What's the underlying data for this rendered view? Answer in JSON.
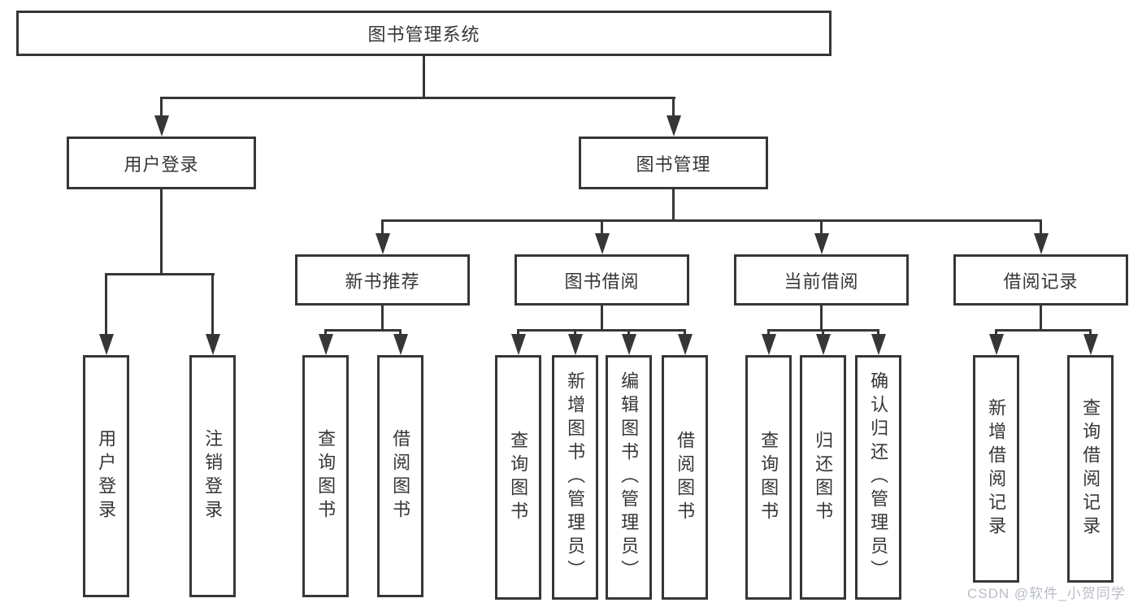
{
  "tree": {
    "root": {
      "label": "图书管理系统"
    },
    "branches": [
      {
        "label": "用户登录",
        "children": [
          {
            "label": "用户登录"
          },
          {
            "label": "注销登录"
          }
        ]
      },
      {
        "label": "图书管理",
        "children": [
          {
            "label": "新书推荐",
            "children": [
              {
                "label": "查询图书"
              },
              {
                "label": "借阅图书"
              }
            ]
          },
          {
            "label": "图书借阅",
            "children": [
              {
                "label": "查询图书"
              },
              {
                "label": "新增图书（管理员）"
              },
              {
                "label": "编辑图书（管理员）"
              },
              {
                "label": "借阅图书"
              }
            ]
          },
          {
            "label": "当前借阅",
            "children": [
              {
                "label": "查询图书"
              },
              {
                "label": "归还图书"
              },
              {
                "label": "确认归还（管理员）"
              }
            ]
          },
          {
            "label": "借阅记录",
            "children": [
              {
                "label": "新增借阅记录"
              },
              {
                "label": "查询借阅记录"
              }
            ]
          }
        ]
      }
    ]
  },
  "watermark": {
    "text": "CSDN @软件_小贺同学"
  },
  "colors": {
    "line": "#363636",
    "text": "#363636",
    "box_background": "#ffffff",
    "page_background": "#ffffff",
    "watermark": "#b7bdc5"
  }
}
